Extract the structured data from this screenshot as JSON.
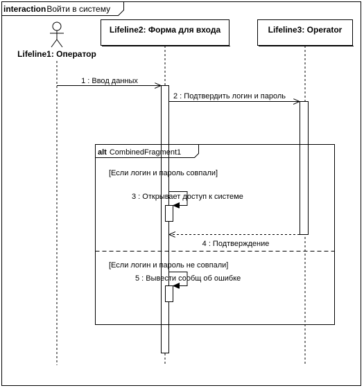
{
  "frame": {
    "keyword": "interaction",
    "name": "Войти в систему"
  },
  "lifelines": [
    {
      "label": "Lifeline1: Оператор",
      "kind": "actor"
    },
    {
      "label": "Lifeline2: Форма для входа",
      "kind": "object"
    },
    {
      "label": "Lifeline3: Operator",
      "kind": "object"
    }
  ],
  "messages": [
    {
      "label": "1 : Ввод данных",
      "style": "sync"
    },
    {
      "label": "2 : Подтвердить логин и пароль",
      "style": "sync"
    },
    {
      "label": "3 : Открывает доступ к системе",
      "style": "self"
    },
    {
      "label": "4 : Подтверждение",
      "style": "return"
    },
    {
      "label": "5 : Вывести сообщ об ошибке",
      "style": "self"
    }
  ],
  "fragment": {
    "operator": "alt",
    "name": "CombinedFragment1",
    "guards": [
      "[Если логин и пароль совпали]",
      "[Если логин и пароль не совпали]"
    ]
  },
  "colors": {
    "line": "#000000",
    "activation_fill": "#ffffff",
    "background": "#ffffff"
  }
}
